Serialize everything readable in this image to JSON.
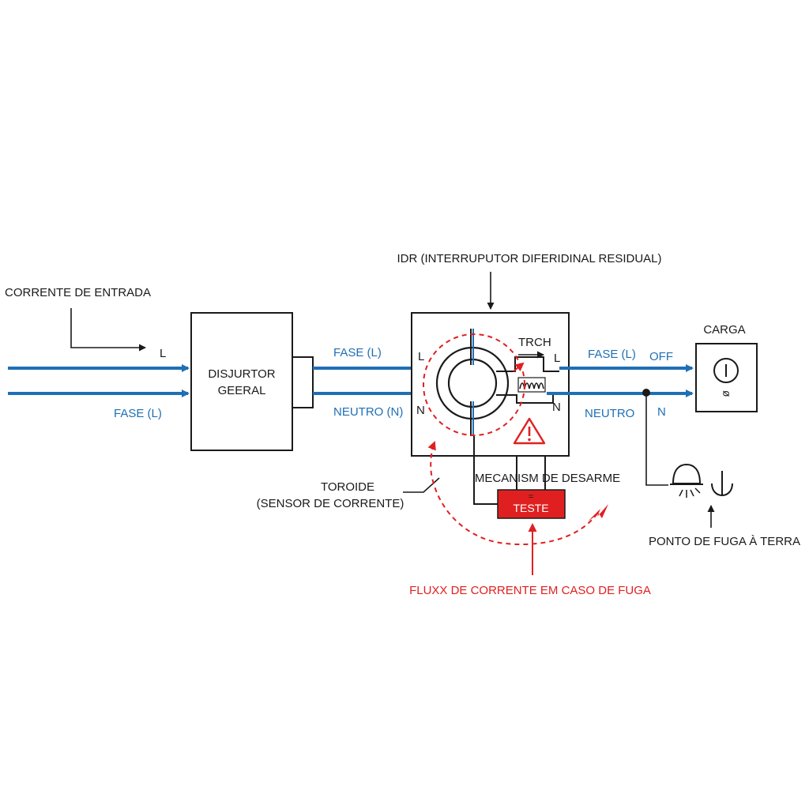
{
  "labels": {
    "title": "IDR (INTERRUPUTOR DIFERIDINAL RESIDUAL)",
    "input_current": "CORRENTE DE ENTRADA",
    "input_l": "L",
    "input_fase": "FASE (L)",
    "breaker_line1": "DISJURTOR",
    "breaker_line2": "GEERAL",
    "fase_in": "FASE (L)",
    "neutro_in": "NEUTRO (N)",
    "idr_l_left": "L",
    "idr_n_left": "N",
    "idr_l_right": "L",
    "idr_n_right": "N",
    "trch": "TRCH",
    "fase_out": "FASE (L)",
    "off": "OFF",
    "neutro_out": "NEUTRO",
    "n_out": "N",
    "load": "CARGA",
    "socket_symbol": "ᴓ",
    "toroid_line1": "TOROIDE",
    "toroid_line2": "(SENSOR DE CORRENTE)",
    "mechanism": "MECANISM DE DESARME",
    "test_button": "TESTE",
    "test_mark": "=",
    "leak_flow": "FLUXX DE CORRENTE EM CASO DE FUGA",
    "leak_point": "PONTO DE FUGA À TERRA"
  },
  "colors": {
    "wire": "#1f6fb5",
    "accent": "#e02020",
    "ink": "#1a1a1a"
  },
  "icons": {
    "warning": "warning-triangle-icon",
    "lamp": "lamp-icon",
    "ground": "ground-icon",
    "socket": "power-socket-icon",
    "spark": "spark-icon"
  }
}
